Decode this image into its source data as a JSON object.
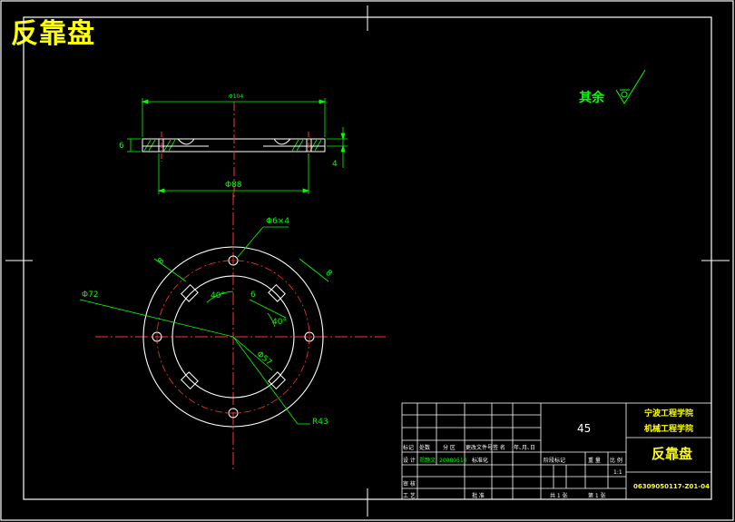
{
  "title": "反靠盘",
  "surface_note": "其余",
  "dims": {
    "top_width": "Φ104",
    "height_left": "6",
    "height_right": "4",
    "bottom_width": "Φ88",
    "hole_callout": "Φ6×4",
    "outer_dia": "Φ72",
    "slot_width_left": "8",
    "slot_width_right": "8",
    "slot_depth": "6",
    "angle_left": "40°",
    "angle_right": "40°",
    "pcd": "Φ57",
    "radius": "R43"
  },
  "title_block": {
    "material": "45",
    "school_line1": "宁波工程学院",
    "school_line2": "机械工程学院",
    "part_name": "反靠盘",
    "scale": "1:1",
    "drawing_no": "06309050117-Z01-04",
    "hdr_mark": "标记",
    "hdr_qty": "处数",
    "hdr_zone": "分 区",
    "hdr_docno": "更改文件号",
    "hdr_sign": "签 名",
    "hdr_date": "年､月､日",
    "row_design": "设 计",
    "designer": "郑静文",
    "design_date": "20080510",
    "row_std": "标准化",
    "row_review": "审 核",
    "row_process": "工 艺",
    "row_approve": "批 准",
    "stage_label": "阶段标记",
    "weight_label": "重 量",
    "scale_label": "比 例",
    "sheets_total": "共 1 张",
    "sheet_no": "第 1 张"
  }
}
